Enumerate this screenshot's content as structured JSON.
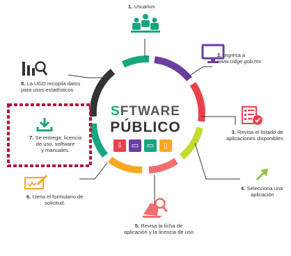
{
  "logo": {
    "line1_prefix": "S",
    "line1_rest": "FTWARE",
    "line2": "PÚBLICO",
    "tiles": [
      {
        "name": "download-tile",
        "color": "#e8414a"
      },
      {
        "name": "monitor-tile",
        "color": "#6b3fa0"
      },
      {
        "name": "laptop-tile",
        "color": "#16a67f"
      },
      {
        "name": "tablet-tile",
        "color": "#f7a823"
      }
    ]
  },
  "steps": [
    {
      "number": "1.",
      "text": "Usuarios",
      "color": "#16a67f"
    },
    {
      "number": "2.",
      "text": "Ingresa a www.cidge.gob.mx",
      "line1": "Ingresa a",
      "line2": "www.cidge.gob.mx",
      "color": "#6b3fa0"
    },
    {
      "number": "3.",
      "line1": "Revisa el listado de",
      "line2": "aplicaciones disponibles",
      "color": "#e8414a"
    },
    {
      "number": "4.",
      "line1": "Selecciona una",
      "line2": "aplicación",
      "color": "#8fc13f"
    },
    {
      "number": "5.",
      "line1": "Revisa  la ficha de",
      "line2": "aplicación y la licencia de uso",
      "color": "#f26d6d"
    },
    {
      "number": "6.",
      "line1": "Llena el formulario de",
      "line2": "solicitud.",
      "color": "#f7a823"
    },
    {
      "number": "7.",
      "line1": "Se entrega: licencia",
      "line2": "de uso, software",
      "line3": "y manuales.",
      "color": "#16a67f"
    },
    {
      "number": "8.",
      "line1": "La UGD recopila datos",
      "line2": "para usos estadísticos",
      "color": "#333333"
    }
  ],
  "colors": {
    "highlight_border": "#b3123a",
    "connector": "#333333"
  }
}
